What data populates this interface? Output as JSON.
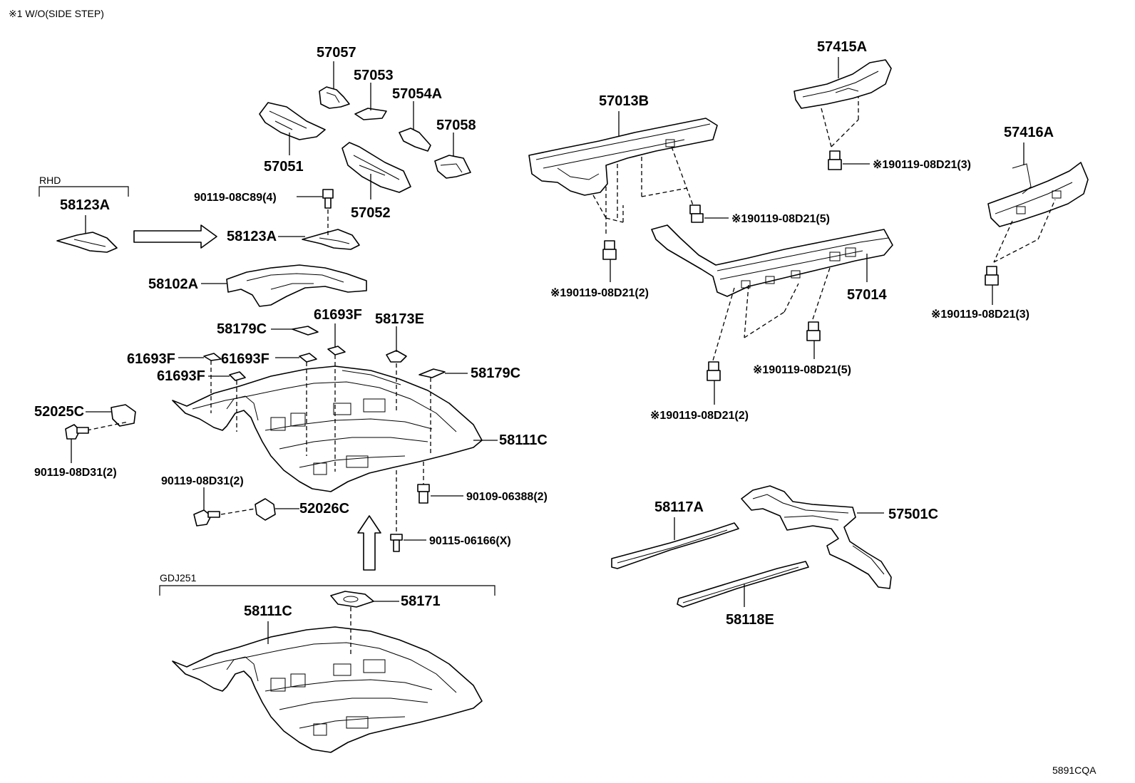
{
  "note": "※1 W/O(SIDE STEP)",
  "diagram_code": "5891CQA",
  "groups": {
    "rhd": "RHD",
    "gdj": "GDJ251"
  },
  "labels": {
    "p57057": "57057",
    "p57053": "57053",
    "p57054A": "57054A",
    "p57058": "57058",
    "p57051": "57051",
    "p57052": "57052",
    "p58123A_rhd": "58123A",
    "p58123A": "58123A",
    "b90119_08C89": "90119-08C89(4)",
    "p58102A": "58102A",
    "p58179C_a": "58179C",
    "p61693F_a": "61693F",
    "p58173E": "58173E",
    "p61693F_b": "61693F",
    "p61693F_c": "61693F",
    "p61693F_d": "61693F",
    "p58179C_b": "58179C",
    "p52025C": "52025C",
    "b90119_08D31_a": "90119-08D31(2)",
    "p58111C": "58111C",
    "b90119_08D31_b": "90119-08D31(2)",
    "p52026C": "52026C",
    "b90109_06388": "90109-06388(2)",
    "b90115_06166": "90115-06166(X)",
    "p58111C_gdj": "58111C",
    "p58171": "58171",
    "p57013B": "57013B",
    "b_57013B_right": "※190119-08D21(5)",
    "b_57013B_bottom": "※190119-08D21(2)",
    "p57415A": "57415A",
    "b_57415A": "※190119-08D21(3)",
    "p57416A": "57416A",
    "b_57416A": "※190119-08D21(3)",
    "p57014": "57014",
    "b_57014_right": "※190119-08D21(5)",
    "b_57014_bottom": "※190119-08D21(2)",
    "p58117A": "58117A",
    "p57501C": "57501C",
    "p58118E": "58118E"
  }
}
